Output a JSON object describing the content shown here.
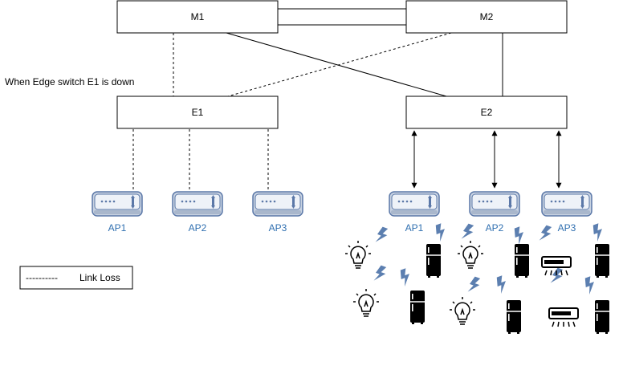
{
  "switches": {
    "m1": "M1",
    "m2": "M2",
    "e1": "E1",
    "e2": "E2"
  },
  "note": "When Edge switch E1 is down",
  "access_points": {
    "left": [
      "AP1",
      "AP2",
      "AP3"
    ],
    "right": [
      "AP1",
      "AP2",
      "AP3"
    ]
  },
  "legend": {
    "symbol": "----------",
    "label": "Link Loss"
  },
  "colors": {
    "ap_label": "#2f6fb0",
    "ap_body": "#a9b7cc",
    "ap_outline": "#5b78a8",
    "wireless_bolt": "#5c7fb0",
    "device": "#000000"
  },
  "device_icons": [
    "lightbulb-icon",
    "refrigerator-icon",
    "air-conditioner-icon",
    "wireless-signal-icon"
  ]
}
